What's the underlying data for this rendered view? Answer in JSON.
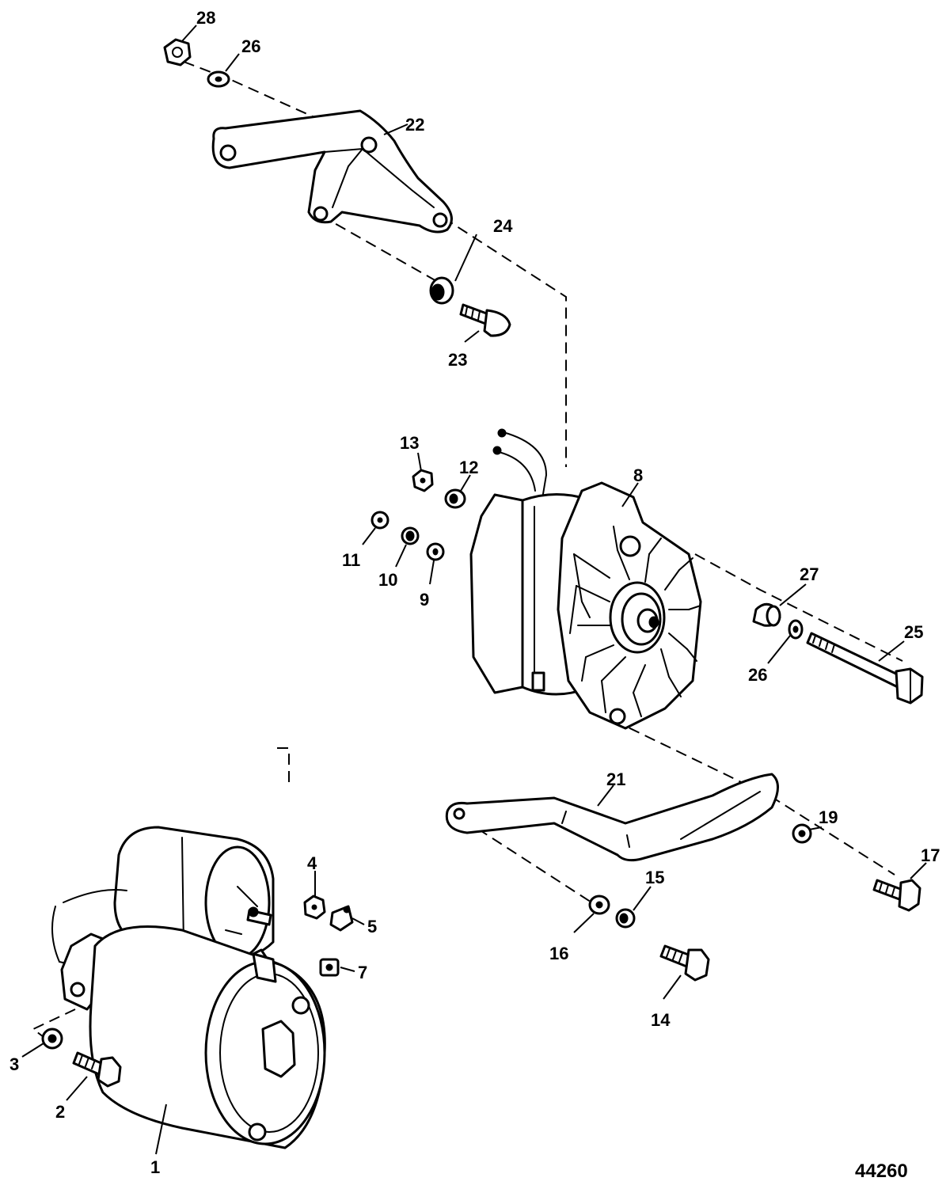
{
  "diagram": {
    "reference_number": "44260",
    "callouts": {
      "c1": "1",
      "c2": "2",
      "c3": "3",
      "c4": "4",
      "c5": "5",
      "c7": "7",
      "c8": "8",
      "c9": "9",
      "c10": "10",
      "c11": "11",
      "c12": "12",
      "c13": "13",
      "c14": "14",
      "c15": "15",
      "c16": "16",
      "c17": "17",
      "c19": "19",
      "c21": "21",
      "c22": "22",
      "c23": "23",
      "c24": "24",
      "c25": "25",
      "c26a": "26",
      "c26b": "26",
      "c27": "27",
      "c28": "28"
    },
    "colors": {
      "line": "#000000",
      "background": "#ffffff"
    }
  }
}
